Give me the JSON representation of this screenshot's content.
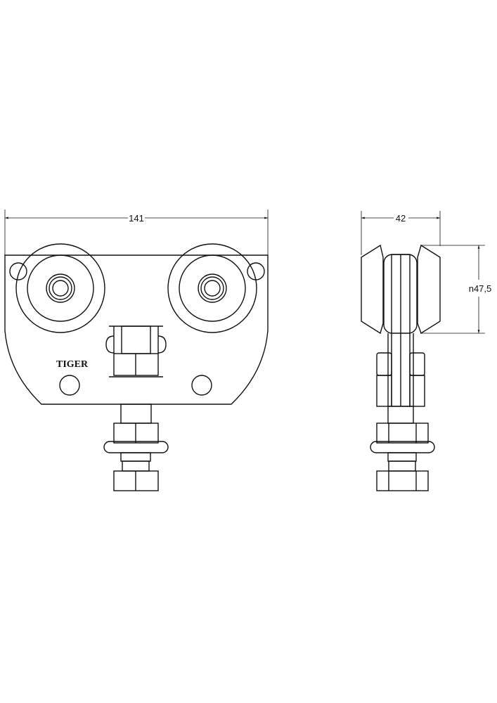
{
  "drawing": {
    "front_view": {
      "width_dimension": "141",
      "brand_mark": "TIGER"
    },
    "side_view": {
      "width_dimension": "42",
      "wheel_diameter_dimension": "n47,5"
    },
    "line_color": "#111111"
  }
}
